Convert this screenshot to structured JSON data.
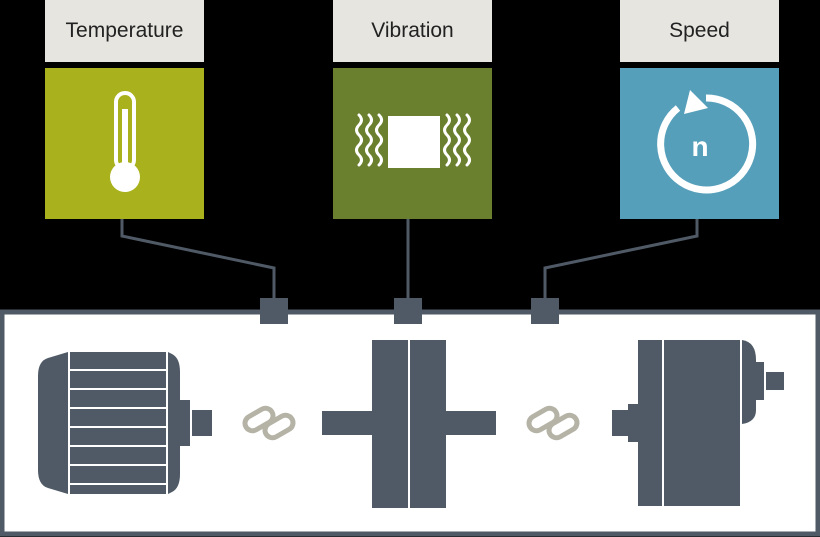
{
  "sensors": [
    {
      "label": "Temperature",
      "icon": "thermometer-icon",
      "color": "#a9b21c"
    },
    {
      "label": "Vibration",
      "icon": "vibration-icon",
      "color": "#6a802e"
    },
    {
      "label": "Speed",
      "icon": "rotation-speed-icon",
      "color": "#569fba",
      "symbol": "n"
    }
  ],
  "colors": {
    "machine": "#4f5a66",
    "label_bg": "#e6e5e0",
    "coupling": "#b5b3a6",
    "background": "#000000",
    "panel": "#ffffff"
  },
  "machine_train": [
    "electric-motor",
    "coupling",
    "flywheel",
    "coupling",
    "gearbox"
  ]
}
